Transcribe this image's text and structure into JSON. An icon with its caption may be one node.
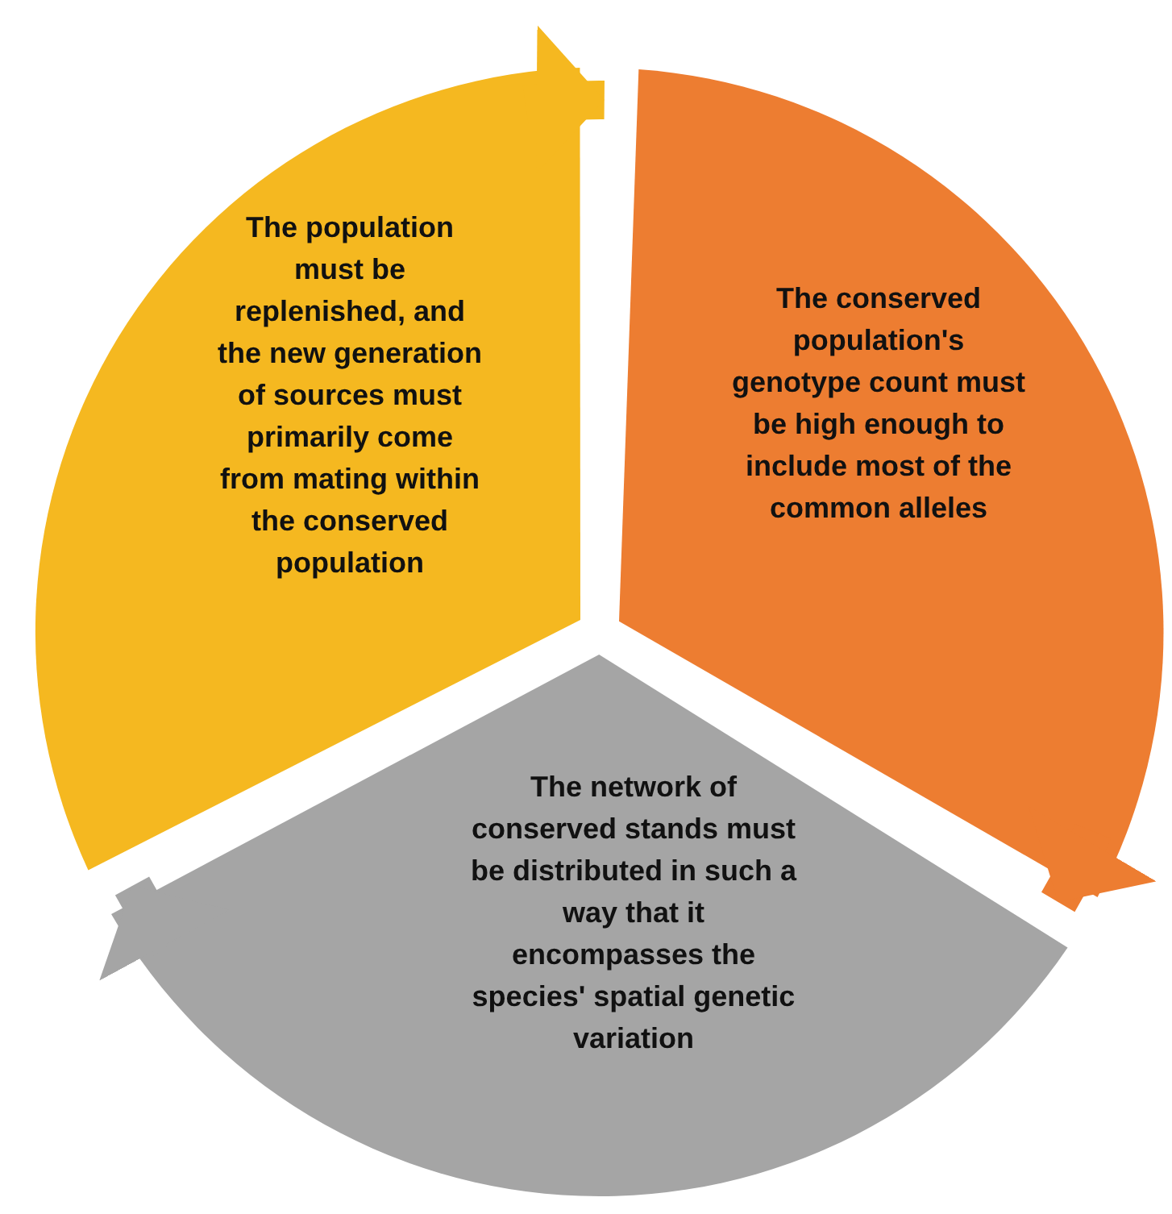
{
  "diagram": {
    "nodes": [
      {
        "text": [
          "The population must be replenished, and the new generation of sources must primarily come from mating within the conserved population"
        ]
      },
      {
        "text": [
          "The conserved population's genotype count must be high enough to include most of the common alleles"
        ]
      },
      {
        "text": [
          "The network of conserved stands must be distributed in such a way that it encompasses the species' spatial genetic variation"
        ]
      }
    ],
    "edges": [
      {
        "from": 0,
        "to": 1,
        "arrow": "to",
        "color": "#f5b820"
      },
      {
        "from": 1,
        "to": 2,
        "arrow": "to",
        "color": "#ed7d31"
      },
      {
        "from": 2,
        "to": 0,
        "arrow": "to",
        "color": "#a5a5a5"
      }
    ]
  }
}
